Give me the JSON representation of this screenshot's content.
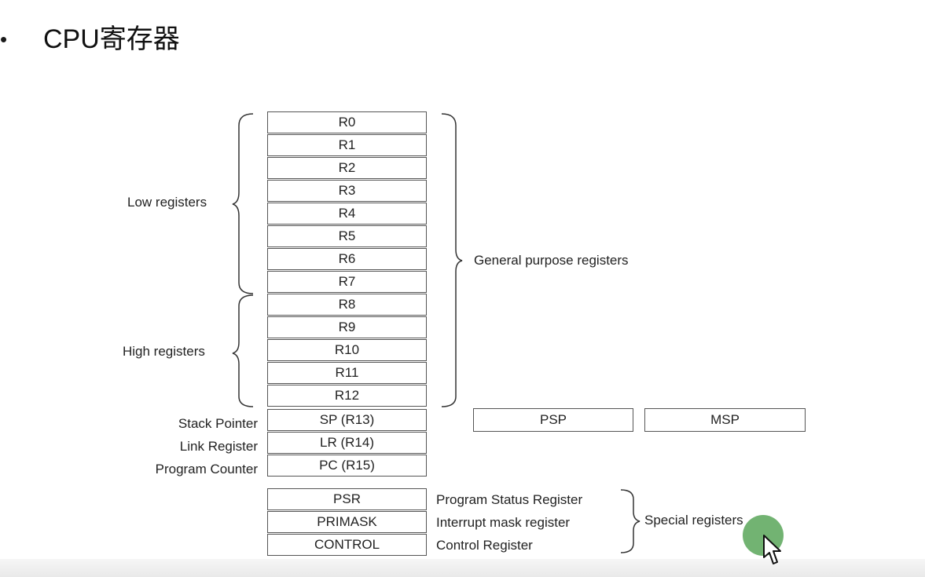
{
  "slide": {
    "bullet": "•",
    "title": "CPU寄存器"
  },
  "registers": {
    "general": [
      "R0",
      "R1",
      "R2",
      "R3",
      "R4",
      "R5",
      "R6",
      "R7",
      "R8",
      "R9",
      "R10",
      "R11",
      "R12"
    ],
    "sp": "SP (R13)",
    "lr": "LR (R14)",
    "pc": "PC (R15)",
    "special": [
      "PSR",
      "PRIMASK",
      "CONTROL"
    ]
  },
  "labels": {
    "low_registers": "Low registers",
    "high_registers": "High registers",
    "general_purpose": "General purpose registers",
    "stack_pointer": "Stack Pointer",
    "link_register": "Link Register",
    "program_counter": "Program Counter",
    "psr_desc": "Program Status Register",
    "primask_desc": "Interrupt mask register",
    "control_desc": "Control Register",
    "special_registers": "Special registers"
  },
  "banked_sp": {
    "psp": "PSP",
    "msp": "MSP"
  }
}
